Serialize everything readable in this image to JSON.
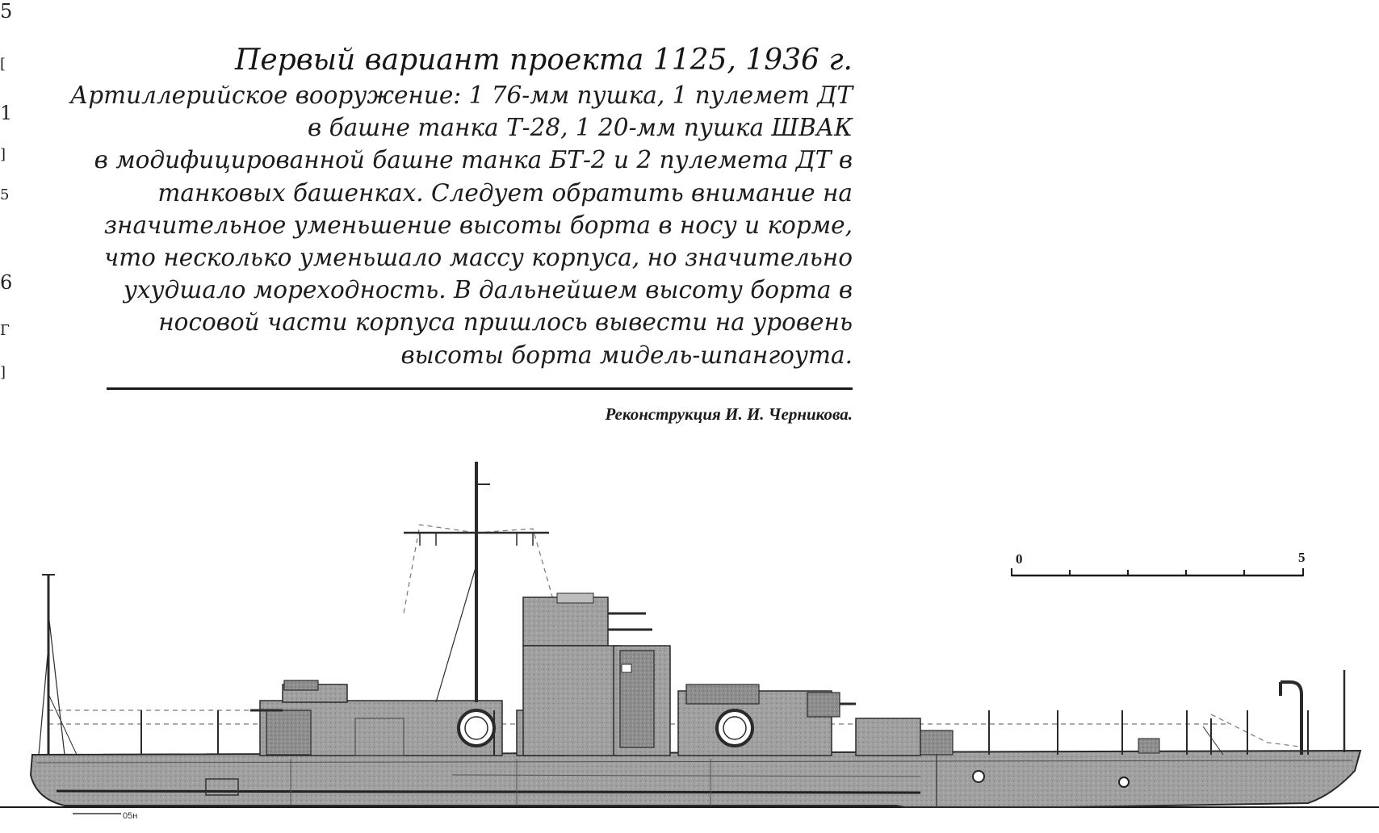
{
  "caption": {
    "title": "Первый вариант проекта 1125, 1936 г.",
    "lines": [
      "Артиллерийское вооружение: 1  76-мм пушка, 1 пулемет ДТ",
      "в башне танка Т-28, 1  20-мм пушка ШВАК",
      "в модифицированной башне танка БТ-2 и 2 пулемета ДТ в",
      "танковых башенках. Следует обратить внимание на",
      "значительное уменьшение высоты борта в носу и корме,",
      "что несколько уменьшало массу корпуса, но значительно",
      "ухудшало мореходность. В дальнейшем высоту борта в",
      "носовой части корпуса пришлось вывести на уровень",
      "высоты борта мидель-шпангоута."
    ]
  },
  "credit": "Реконструкция И. И. Черникова.",
  "margin_fragments": [
    "5",
    "[",
    "1",
    "]",
    "5",
    "6",
    "Г",
    "]"
  ],
  "scale_bar": {
    "start_label": "0",
    "end_label": "5"
  },
  "drawing": {
    "waterline_mark": "05н",
    "colors": {
      "hull": "#9a9a9a",
      "superstructure": "#a3a3a3",
      "line": "#2a2a2a",
      "background": "#ffffff"
    }
  }
}
